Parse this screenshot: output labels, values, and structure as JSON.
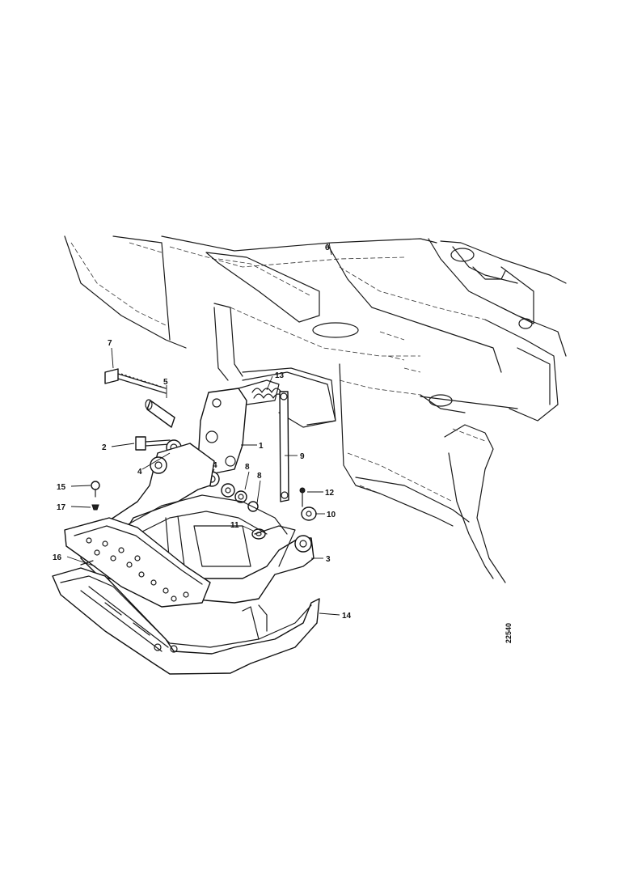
{
  "diagram": {
    "callouts": [
      {
        "id": "1",
        "text": "1"
      },
      {
        "id": "2",
        "text": "2"
      },
      {
        "id": "3",
        "text": "3"
      },
      {
        "id": "4a",
        "text": "4"
      },
      {
        "id": "4b",
        "text": "4"
      },
      {
        "id": "5",
        "text": "5"
      },
      {
        "id": "6",
        "text": "6"
      },
      {
        "id": "7",
        "text": "7"
      },
      {
        "id": "8a",
        "text": "8"
      },
      {
        "id": "8b",
        "text": "8"
      },
      {
        "id": "9",
        "text": "9"
      },
      {
        "id": "10",
        "text": "10"
      },
      {
        "id": "11",
        "text": "11"
      },
      {
        "id": "12",
        "text": "12"
      },
      {
        "id": "13",
        "text": "13"
      },
      {
        "id": "14",
        "text": "14"
      },
      {
        "id": "15",
        "text": "15"
      },
      {
        "id": "16",
        "text": "16"
      },
      {
        "id": "17",
        "text": "17"
      }
    ],
    "reference_number": "22540"
  }
}
